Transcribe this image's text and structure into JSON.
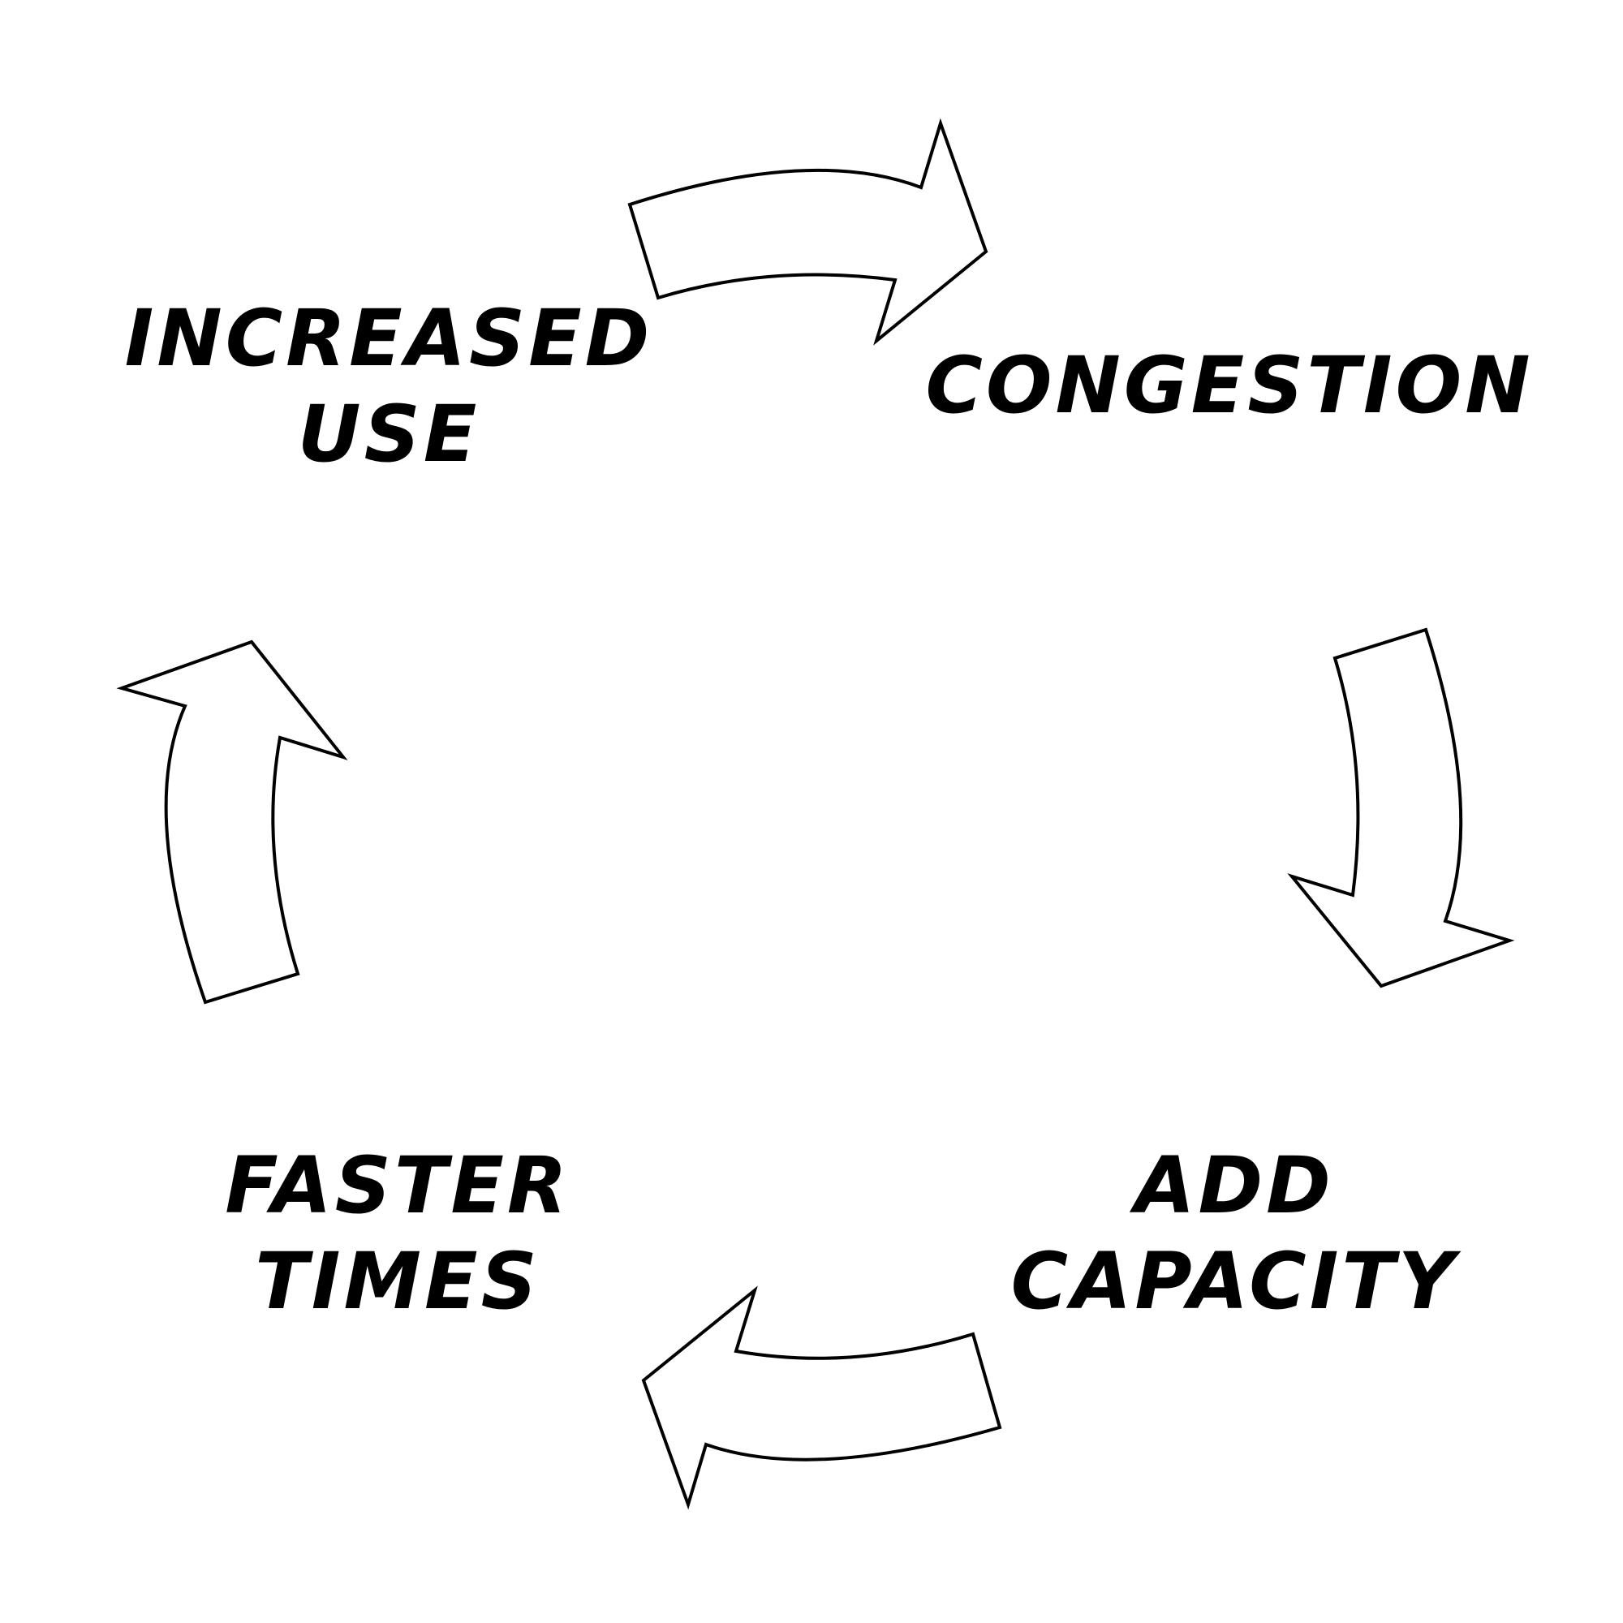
{
  "diagram": {
    "type": "cycle",
    "nodes": [
      {
        "id": "increased-use",
        "lines": [
          "INCREASED",
          "USE"
        ]
      },
      {
        "id": "congestion",
        "lines": [
          "CONGESTION"
        ]
      },
      {
        "id": "add-capacity",
        "lines": [
          "ADD",
          "CAPACITY"
        ]
      },
      {
        "id": "faster-times",
        "lines": [
          "FASTER",
          "TIMES"
        ]
      }
    ],
    "edges": [
      {
        "from": "increased-use",
        "to": "congestion"
      },
      {
        "from": "congestion",
        "to": "add-capacity"
      },
      {
        "from": "add-capacity",
        "to": "faster-times"
      },
      {
        "from": "faster-times",
        "to": "increased-use"
      }
    ],
    "colors": {
      "text": "#000000",
      "arrow_outline": "#000000",
      "arrow_fill": "#ffffff"
    }
  }
}
